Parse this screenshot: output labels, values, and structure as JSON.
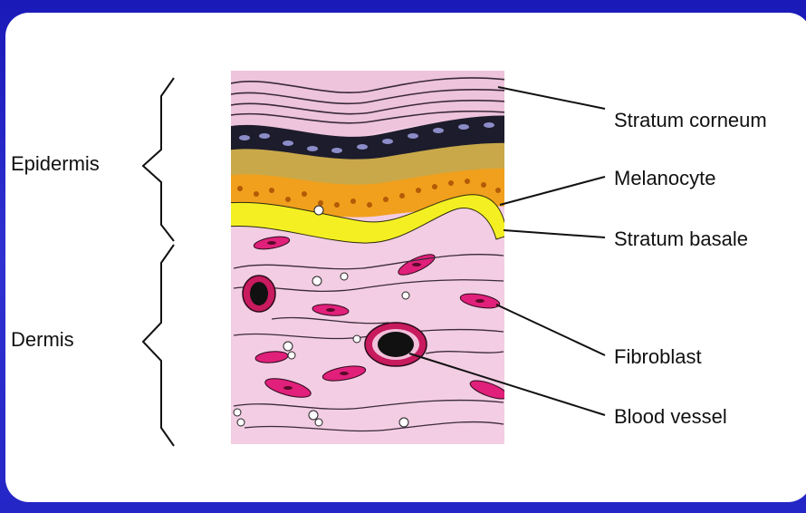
{
  "layers": {
    "epidermis": "Epidermis",
    "dermis": "Dermis"
  },
  "structures": [
    "Stratum corneum",
    "Melanocyte",
    "Stratum basale",
    "Fibroblast",
    "Blood vessel"
  ],
  "colors": {
    "frame": "#2a2cc0",
    "panel": "#ffffff",
    "dermis": "#f3cde3",
    "corneum": "#eec3dc",
    "granular": "#d8b04a",
    "spinous": "#f0a01c",
    "basal": "#f4ef22",
    "fibroblast": "#e0207a",
    "dark_cell": "#1a1a2e"
  }
}
